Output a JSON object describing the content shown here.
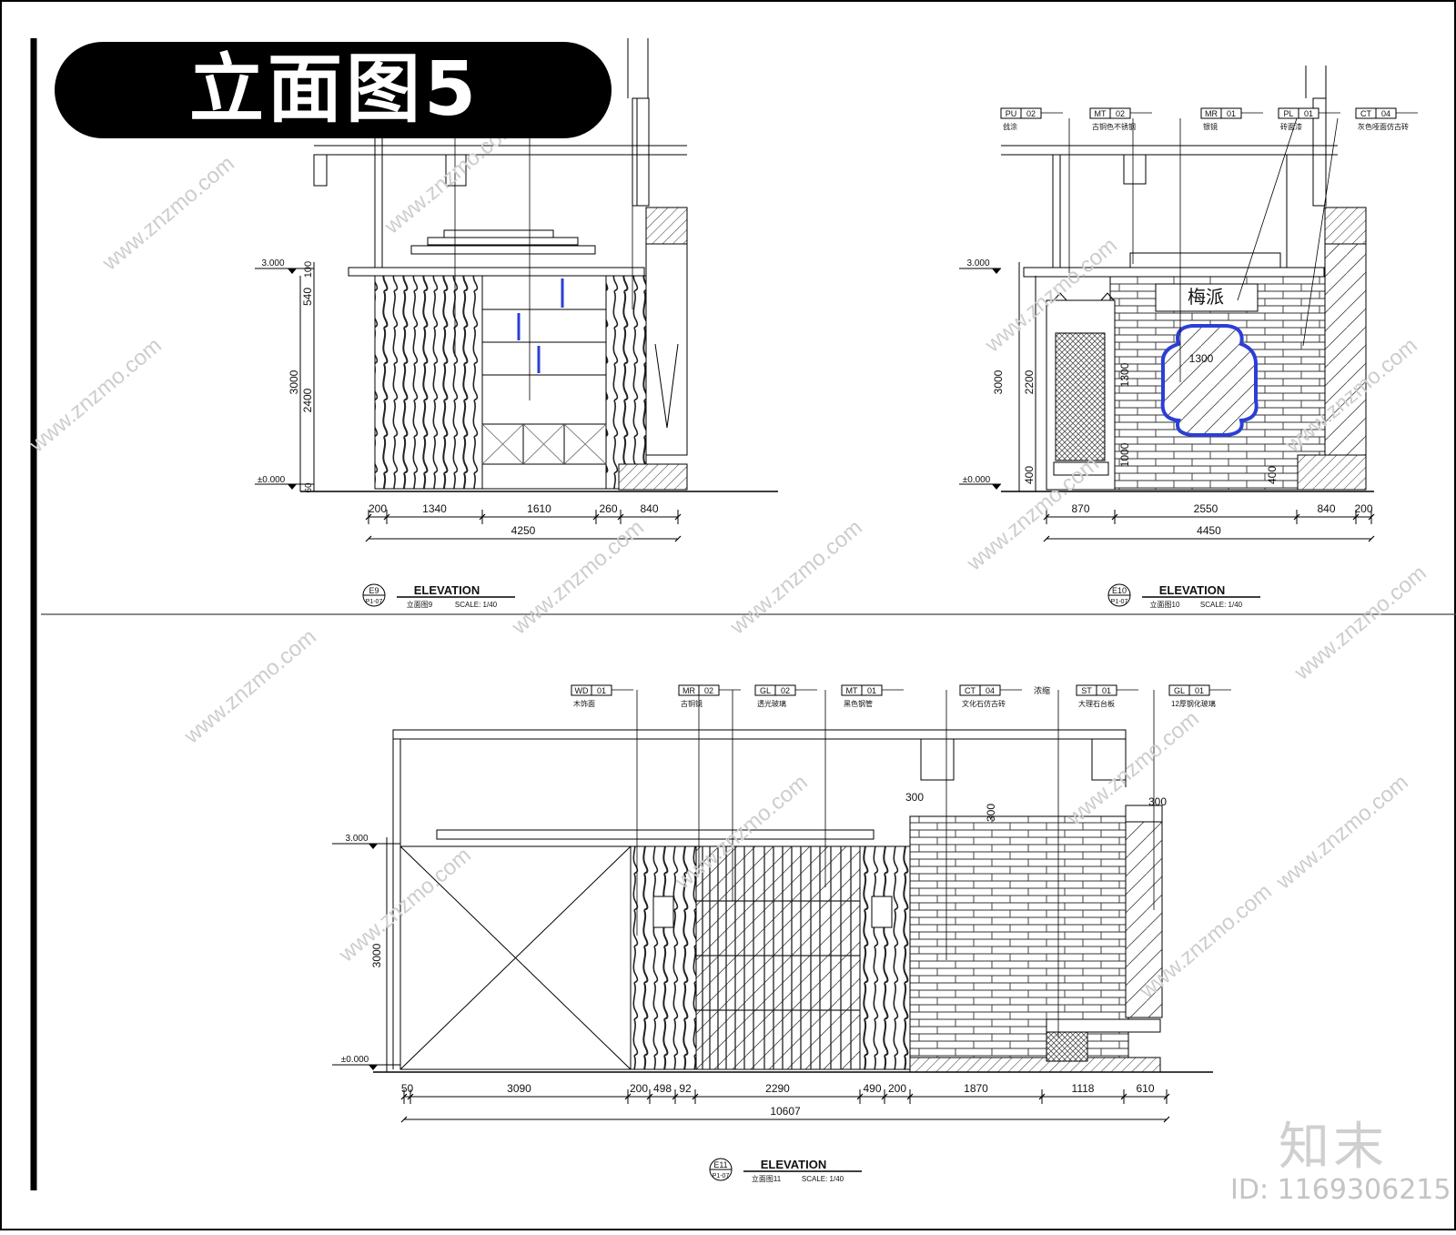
{
  "sheet_title": "立面图5",
  "watermark": {
    "brand": "知末",
    "id": "ID: 1169306215",
    "site": "www.znzmo.com"
  },
  "elevations": [
    {
      "tag": "E9",
      "sheet": "P1-07",
      "heading": "ELEVATION",
      "caption": "立面图9",
      "scale": "SCALE: 1/40",
      "levels": [
        "3.000",
        "±0.000"
      ],
      "vertical_dims": [
        "100",
        "540",
        "2400",
        "3000",
        "60"
      ],
      "horizontal_dims": [
        "200",
        "1340",
        "1610",
        "260",
        "840"
      ],
      "total": "4250"
    },
    {
      "tag": "E10",
      "sheet": "P1-07",
      "heading": "ELEVATION",
      "caption": "立面图10",
      "scale": "SCALE: 1/40",
      "levels": [
        "3.000",
        "±0.000"
      ],
      "vertical_dims": [
        "2200",
        "3000",
        "400",
        "1300",
        "1000",
        "400"
      ],
      "horizontal_dims": [
        "870",
        "2550",
        "840",
        "200"
      ],
      "total": "4450",
      "inner_labels": [
        "梅派",
        "1300"
      ],
      "materials": [
        {
          "code": "PU",
          "no": "02",
          "desc": "戗涂"
        },
        {
          "code": "MT",
          "no": "02",
          "desc": "古铜色不锈钢"
        },
        {
          "code": "MR",
          "no": "01",
          "desc": "银镜"
        },
        {
          "code": "PL",
          "no": "01",
          "desc": "砖面漆"
        },
        {
          "code": "CT",
          "no": "04",
          "desc": "灰色哑面仿古砖"
        }
      ]
    },
    {
      "tag": "E11",
      "sheet": "P1-07",
      "heading": "ELEVATION",
      "caption": "立面图11",
      "scale": "SCALE: 1/40",
      "levels": [
        "3.000",
        "±0.000"
      ],
      "vertical_dims": [
        "3000",
        "300",
        "300",
        "300"
      ],
      "horizontal_dims": [
        "50",
        "3090",
        "200",
        "498",
        "92",
        "2290",
        "490",
        "200",
        "1870",
        "1118",
        "610"
      ],
      "total": "10607",
      "extra_note": "浓缩",
      "materials": [
        {
          "code": "WD",
          "no": "01",
          "desc": "木饰面"
        },
        {
          "code": "MR",
          "no": "02",
          "desc": "古铜镜"
        },
        {
          "code": "GL",
          "no": "02",
          "desc": "透光玻璃"
        },
        {
          "code": "MT",
          "no": "01",
          "desc": "黑色钢管"
        },
        {
          "code": "CT",
          "no": "04",
          "desc": "文化石仿古砖"
        },
        {
          "code": "ST",
          "no": "01",
          "desc": "大理石台板"
        },
        {
          "code": "GL",
          "no": "01",
          "desc": "12厚钢化玻璃"
        }
      ]
    }
  ]
}
